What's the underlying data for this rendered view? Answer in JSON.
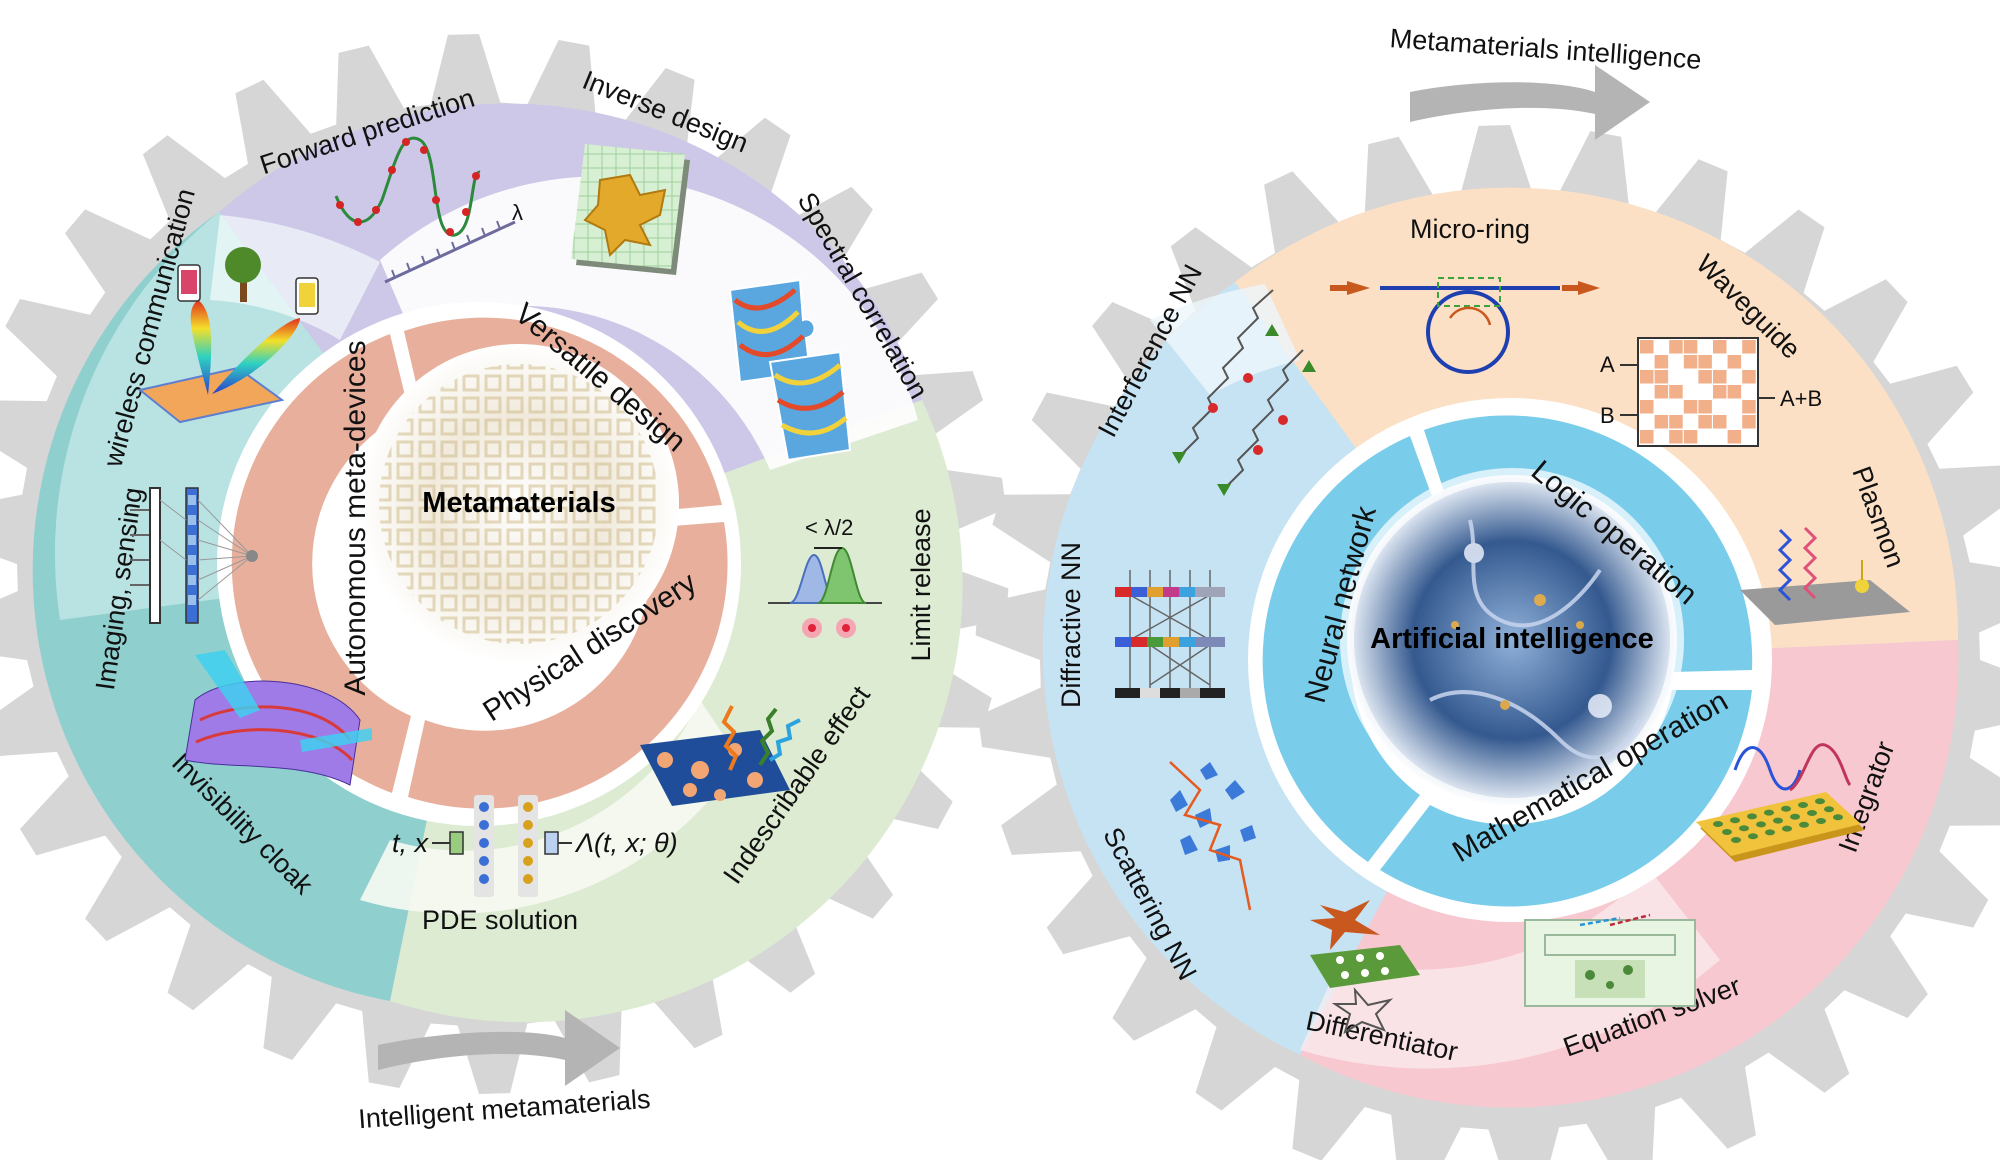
{
  "left_wheel": {
    "title": "Intelligent metamaterials",
    "core": "Metamaterials",
    "ring": [
      "Versatile design",
      "Physical discovery",
      "Autonomous meta-devices"
    ],
    "outer": {
      "forward": "Forward prediction",
      "inverse": "Inverse design",
      "spectral": "Spectral correlation",
      "limit": "Limit release",
      "indescribable": "Indescribable effect",
      "pde": "PDE solution",
      "cloak": "Invisibility cloak",
      "imaging": "Imaging, sensing",
      "wireless": "wireless communication"
    },
    "annotations": {
      "lambda": "λ",
      "subwave": "< λ/2",
      "pde_in": "t, x",
      "pde_out": "Λ(t, x; θ)"
    }
  },
  "right_wheel": {
    "title": "Metamaterials intelligence",
    "core": "Artificial intelligence",
    "ring": [
      "Logic operation",
      "Mathematical operation",
      "Neural network"
    ],
    "outer": {
      "microring": "Micro-ring",
      "waveguide": "Waveguide",
      "plasmon": "Plasmon",
      "integrator": "Integrator",
      "equation": "Equation solver",
      "differentiator": "Differentiator",
      "scattering": "Scattering NN",
      "diffractive": "Diffractive NN",
      "interference": "Interference NN"
    },
    "annotations": {
      "a": "A",
      "b": "B",
      "apb": "A+B"
    }
  },
  "colors": {
    "gear": "#d6d6d6",
    "ring_left": "#e8b09c",
    "ring_right": "#79cdeb",
    "arrow": "#b4b4b4"
  }
}
